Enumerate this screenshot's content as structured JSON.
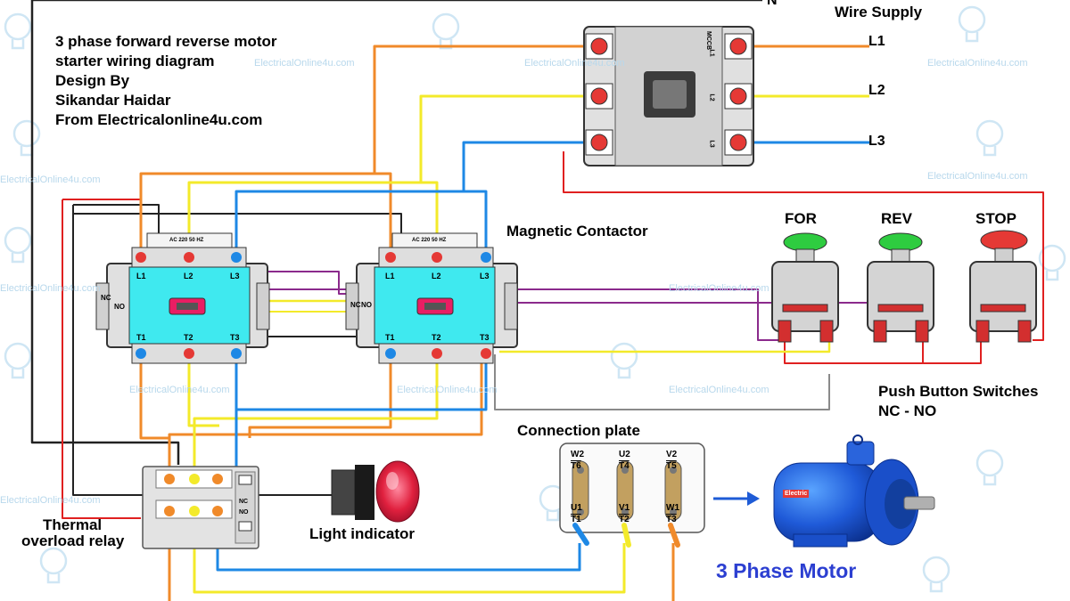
{
  "title_lines": [
    "3 phase forward reverse motor",
    "starter wiring diagram",
    "Design By",
    "Sikandar Haidar",
    "From Electricalonline4u.com"
  ],
  "supply": {
    "label": "Wire Supply",
    "neutral": "N",
    "phases": [
      "L1",
      "L2",
      "L3"
    ]
  },
  "mccb": {
    "label": "MCCB",
    "terminals": [
      "L1",
      "L2",
      "L3"
    ]
  },
  "contactor": {
    "label": "Magnetic Contactor",
    "coil_rating_1": "AC 220 50 HZ",
    "coil_rating_2": "AC 220 50 HZ",
    "top_terminals": [
      "L1",
      "L2",
      "L3"
    ],
    "bottom_terminals": [
      "T1",
      "T2",
      "T3"
    ],
    "aux": [
      "NC",
      "NO"
    ]
  },
  "push_buttons": {
    "label_line1": "Push Button Switches",
    "label_line2": "NC - NO",
    "for": "FOR",
    "rev": "REV",
    "stop": "STOP"
  },
  "overload": {
    "label_line1": "Thermal",
    "label_line2": "overload relay",
    "nc": "NC",
    "no": "NO"
  },
  "light": {
    "label": "Light indicator"
  },
  "plate": {
    "label": "Connection plate",
    "top_pairs": [
      [
        "W2",
        "T6"
      ],
      [
        "U2",
        "T4"
      ],
      [
        "V2",
        "T5"
      ]
    ],
    "bottom_pairs": [
      [
        "U1",
        "T1"
      ],
      [
        "V1",
        "T2"
      ],
      [
        "W1",
        "T3"
      ]
    ]
  },
  "motor": {
    "label": "3 Phase Motor",
    "badge": "Electric"
  },
  "watermark": "ElectricalOnline4u.com",
  "colors": {
    "orange": "#f08a2a",
    "yellow": "#f3ea2a",
    "blue": "#1e88e5",
    "red": "#e02020",
    "purple": "#8b2a8c",
    "black": "#222222",
    "cyan": "#3fe9ef",
    "motor_blue": "#1e5bd6",
    "title_blue": "#2c3fd1"
  }
}
